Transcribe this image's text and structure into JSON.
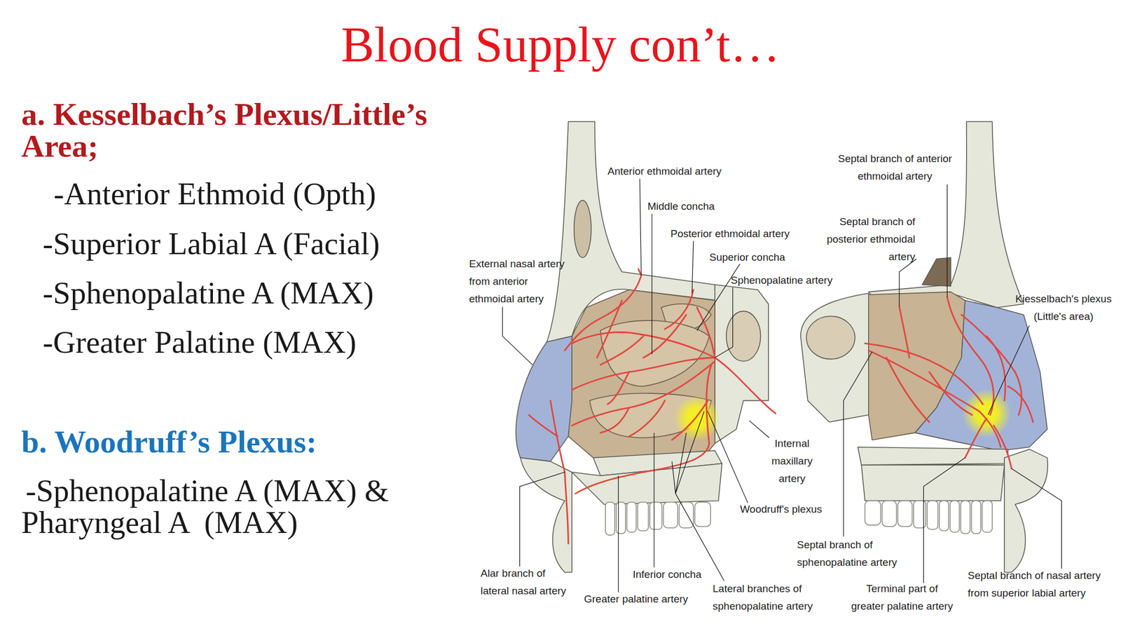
{
  "diagram": {
    "title": "Blood Supply con’t…",
    "labels": [
      "a. Kesselbach’s Plexus/Little’s Area;",
      "-Anterior Ethmoid (Opth)",
      "-Superior Labial A (Facial)",
      "-Sphenopalatine A (MAX)",
      "-Greater Palatine (MAX)",
      "b. Woodruff’s Plexus:",
      "-Sphenopalatine A (MAX) & Pharyngeal A  (MAX)",
      "Anterior ethmoidal artery",
      "Middle concha",
      "Posterior ethmoidal artery",
      "Superior concha",
      "Sphenopalatine artery",
      "External nasal artery from anterior ethmoidal artery",
      "Internal maxillary artery",
      "Woodruff's plexus",
      "Alar branch of lateral nasal artery",
      "Inferior concha",
      "Greater palatine artery",
      "Lateral branches of sphenopalatine artery",
      "Septal branch of anterior ethmoidal artery",
      "Septal branch of posterior ethmoidal artery",
      "Kiesselbach's plexus (Little's area)",
      "Septal branch of sphenopalatine artery",
      "Terminal part of greater palatine artery",
      "Septal branch of nasal artery from superior labial artery"
    ]
  }
}
